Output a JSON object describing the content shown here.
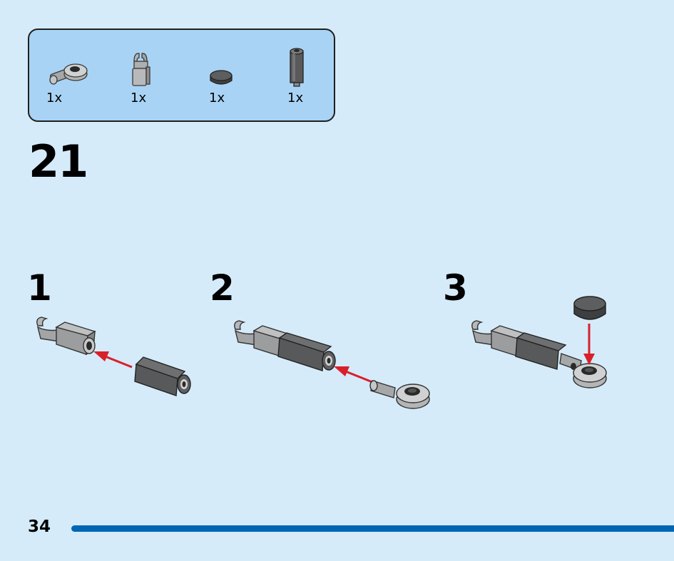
{
  "parts_list": {
    "items": [
      {
        "icon": "socket-with-round-plate-icon",
        "quantity": "1x"
      },
      {
        "icon": "clip-connector-icon",
        "quantity": "1x"
      },
      {
        "icon": "round-tile-icon",
        "quantity": "1x"
      },
      {
        "icon": "dark-cylinder-icon",
        "quantity": "1x"
      }
    ]
  },
  "step": {
    "number": "21"
  },
  "substeps": [
    {
      "number": "1"
    },
    {
      "number": "2"
    },
    {
      "number": "3"
    }
  ],
  "page": {
    "number": "34"
  },
  "colors": {
    "background": "#d5ebf9",
    "parts_box": "#a9d3f4",
    "footer_bar": "#0066b3",
    "arrow": "#d9202a",
    "light_gray": "#a4a5a6",
    "dark_gray": "#555657"
  }
}
